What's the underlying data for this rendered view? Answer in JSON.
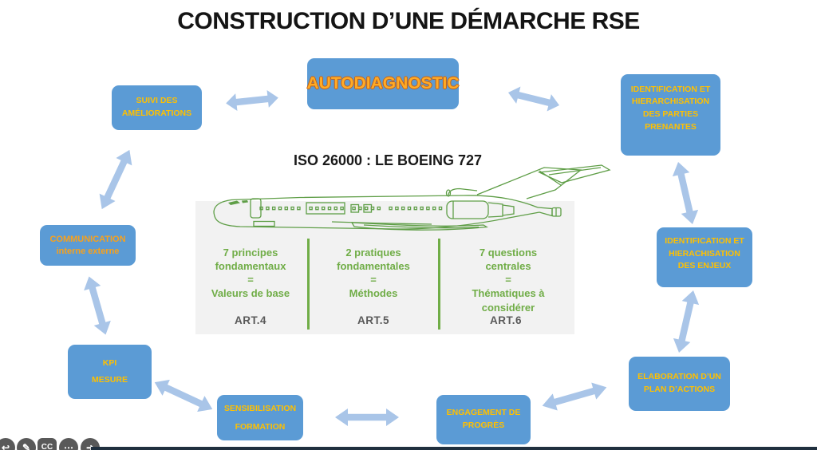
{
  "slide": {
    "title": "CONSTRUCTION D’UNE DÉMARCHE RSE",
    "center_heading": "ISO 26000 : LE BOEING 727",
    "airplane_image": "boeing-727-line-drawing",
    "columns": [
      {
        "text": "7 principes\nfondamentaux\n=\nValeurs de base",
        "article": "ART.4"
      },
      {
        "text": "2 pratiques\nfondamentales\n=\nMéthodes",
        "article": "ART.5"
      },
      {
        "text": "7 questions\ncentrales\n=\nThématiques à\nconsidérer",
        "article": "ART.6"
      }
    ],
    "nodes": {
      "autodiagnostic": "AUTODIAGNOSTIC",
      "suivi": "SUIVI DES\nAMÉLIORATIONS",
      "parties": "IDENTIFICATION ET\nHIERARCHISATION\nDES PARTIES\nPRENANTES",
      "enjeux": "IDENTIFICATION ET\nHIERACHISATION\nDES ENJEUX",
      "elaboration": "ELABORATION D’UN\nPLAN D’ACTIONS",
      "engagement": "ENGAGEMENT DE\nPROGRÈS",
      "sensibilisation": "SENSIBILISATION\nFORMATION",
      "kpi": "KPI\nMESURE",
      "communication": "COMMUNICATION\ninterne externe"
    }
  },
  "colors": {
    "box_blue": "#5B9BD5",
    "label_gold": "#FFC000",
    "label_orange": "#F9A11B",
    "arrow_blue": "#A9C5E8",
    "green": "#70AD47",
    "article_gray": "#595959",
    "bottom_bar": "#20303f"
  },
  "footer": {
    "icons": [
      {
        "name": "previous-icon",
        "glyph": "↩"
      },
      {
        "name": "edit-icon",
        "glyph": "✎"
      },
      {
        "name": "cc-license-icon",
        "glyph": "CC"
      },
      {
        "name": "more-icon",
        "glyph": "⋯"
      },
      {
        "name": "share-icon",
        "glyph": "➜"
      }
    ]
  }
}
